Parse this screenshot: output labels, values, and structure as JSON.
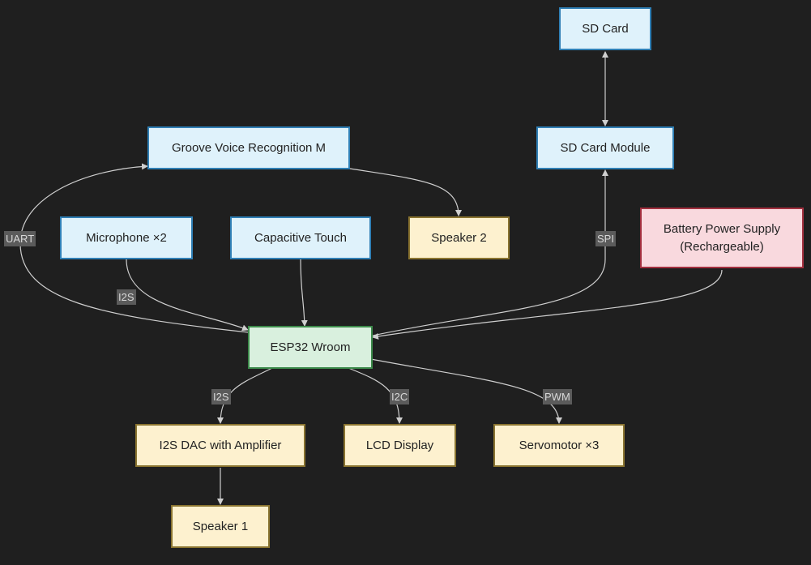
{
  "nodes": {
    "sd_card": "SD Card",
    "sd_module": "SD Card Module",
    "groove": "Groove Voice Recognition M",
    "microphone": "Microphone ×2",
    "touch": "Capacitive Touch",
    "speaker2": "Speaker 2",
    "battery_line1": "Battery Power Supply",
    "battery_line2": "(Rechargeable)",
    "esp32": "ESP32 Wroom",
    "dac": "I2S DAC with Amplifier",
    "lcd": "LCD Display",
    "servo": "Servomotor ×3",
    "speaker1": "Speaker 1"
  },
  "edge_labels": {
    "uart": "UART",
    "i2s_mic": "I2S",
    "spi": "SPI",
    "i2s_dac": "I2S",
    "i2c": "I2C",
    "pwm": "PWM"
  },
  "colors": {
    "background": "#1f1f1f",
    "blue_fill": "#dff2fb",
    "yellow_fill": "#fdf1cf",
    "green_fill": "#d9f0de",
    "pink_fill": "#f9d9de",
    "edge": "#cfcfcf"
  }
}
